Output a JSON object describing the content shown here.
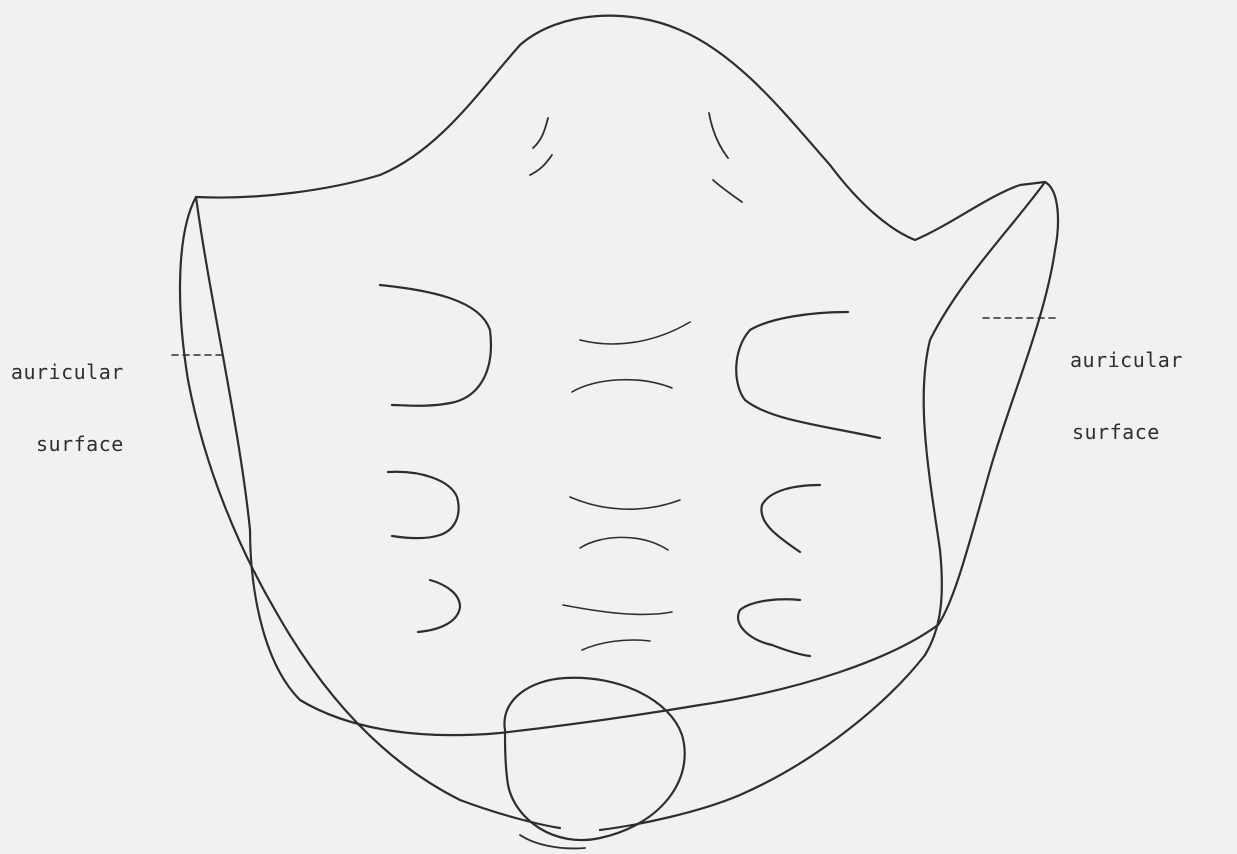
{
  "diagram": {
    "labels": {
      "left": {
        "line1": "auricular",
        "line2": "surface"
      },
      "right": {
        "line1": "auricular",
        "line2": "surface"
      }
    },
    "parts": [
      "sacrum-outline",
      "left-auricular-surface",
      "right-auricular-surface",
      "coccyx-circle",
      "sacral-foramina",
      "transverse-ridges"
    ]
  }
}
